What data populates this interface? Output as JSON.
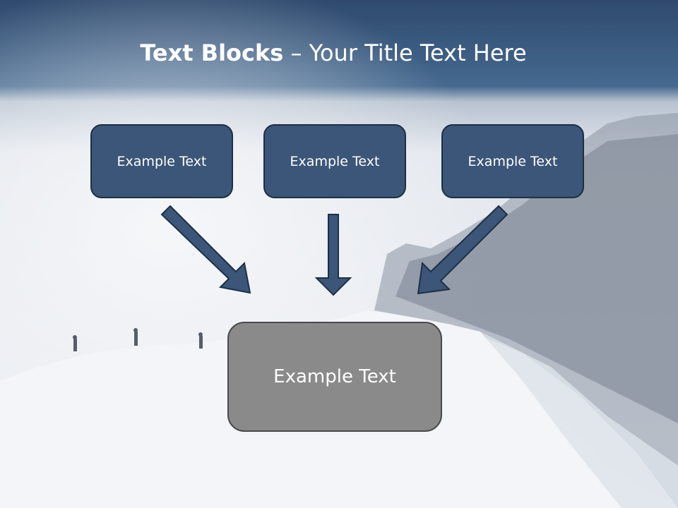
{
  "title": {
    "bold": "Text Blocks",
    "dash": " – ",
    "rest": "Your Title Text Here"
  },
  "boxes": {
    "top": [
      {
        "label": "Example Text"
      },
      {
        "label": "Example Text"
      },
      {
        "label": "Example Text"
      }
    ],
    "bottom": {
      "label": "Example Text"
    }
  },
  "colors": {
    "header_band": "#3a5a82",
    "box_fill": "#3b5678",
    "box_border": "#1e2f45",
    "result_fill": "#8a8a8a",
    "arrow_fill": "#3b5678"
  }
}
